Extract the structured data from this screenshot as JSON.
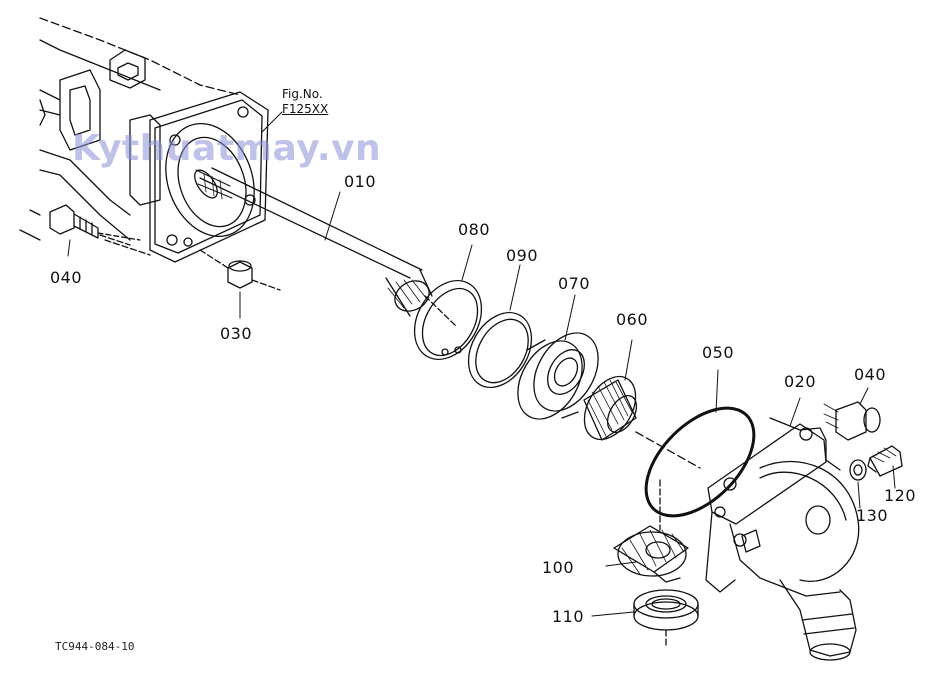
{
  "figure": {
    "fig_label": "Fig.No.",
    "fig_number": "F125XX",
    "drawing_code": "TC944-084-10"
  },
  "watermark": "Kythuatmay.vn",
  "parts": {
    "p010": "010",
    "p020": "020",
    "p030": "030",
    "p040a": "040",
    "p040b": "040",
    "p050": "050",
    "p060": "060",
    "p070": "070",
    "p080": "080",
    "p090": "090",
    "p100": "100",
    "p110": "110",
    "p120": "120",
    "p130": "130"
  }
}
